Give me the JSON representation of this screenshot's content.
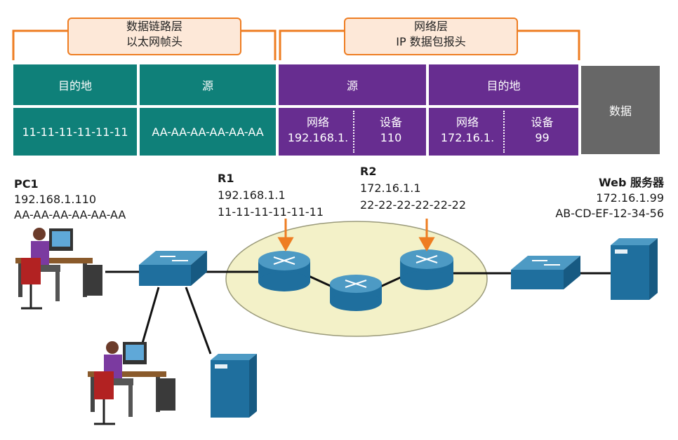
{
  "header": {
    "datalink": {
      "line1": "数据链路层",
      "line2": "以太网帧头"
    },
    "network": {
      "line1": "网络层",
      "line2": "IP 数据包报头"
    }
  },
  "table": {
    "eth_dest_label": "目的地",
    "eth_src_label": "源",
    "ip_src_label": "源",
    "ip_dest_label": "目的地",
    "data_label": "数据",
    "eth_dest_mac": "11-11-11-11-11-11",
    "eth_src_mac": "AA-AA-AA-AA-AA-AA",
    "ip_src_net_label": "网络",
    "ip_src_net_value": "192.168.1.",
    "ip_src_dev_label": "设备",
    "ip_src_dev_value": "110",
    "ip_dst_net_label": "网络",
    "ip_dst_net_value": "172.16.1.",
    "ip_dst_dev_label": "设备",
    "ip_dst_dev_value": "99"
  },
  "nodes": {
    "pc1": {
      "name": "PC1",
      "ip": "192.168.1.110",
      "mac": "AA-AA-AA-AA-AA-AA"
    },
    "r1": {
      "name": "R1",
      "ip": "192.168.1.1",
      "mac": "11-11-11-11-11-11"
    },
    "r2": {
      "name": "R2",
      "ip": "172.16.1.1",
      "mac": "22-22-22-22-22-22"
    },
    "web": {
      "name": "Web 服务器",
      "ip": "172.16.1.99",
      "mac": "AB-CD-EF-12-34-56"
    }
  },
  "colors": {
    "ethernet_header": "#0f8079",
    "ip_header": "#672d90",
    "data": "#676767",
    "bracket": "#ee7d22",
    "cloud": "#f3f1c8",
    "device_blue": "#1f6f9e"
  }
}
